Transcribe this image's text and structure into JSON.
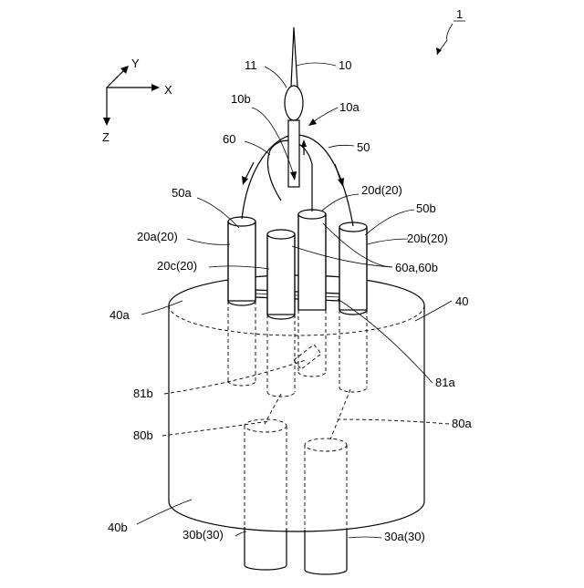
{
  "figure": {
    "number": "1",
    "axes": {
      "x": "X",
      "y": "Y",
      "z": "Z"
    },
    "labels": {
      "l10": "10",
      "l11": "11",
      "l10a": "10a",
      "l10b": "10b",
      "l60": "60",
      "l50": "50",
      "l50a": "50a",
      "l50b": "50b",
      "l20d": "20d(20)",
      "l20a": "20a(20)",
      "l20b": "20b(20)",
      "l20c": "20c(20)",
      "l60ab": "60a,60b",
      "l40": "40",
      "l40a": "40a",
      "l81a": "81a",
      "l81b": "81b",
      "l80a": "80a",
      "l80b": "80b",
      "l40b": "40b",
      "l30b": "30b(30)",
      "l30a": "30a(30)"
    }
  }
}
